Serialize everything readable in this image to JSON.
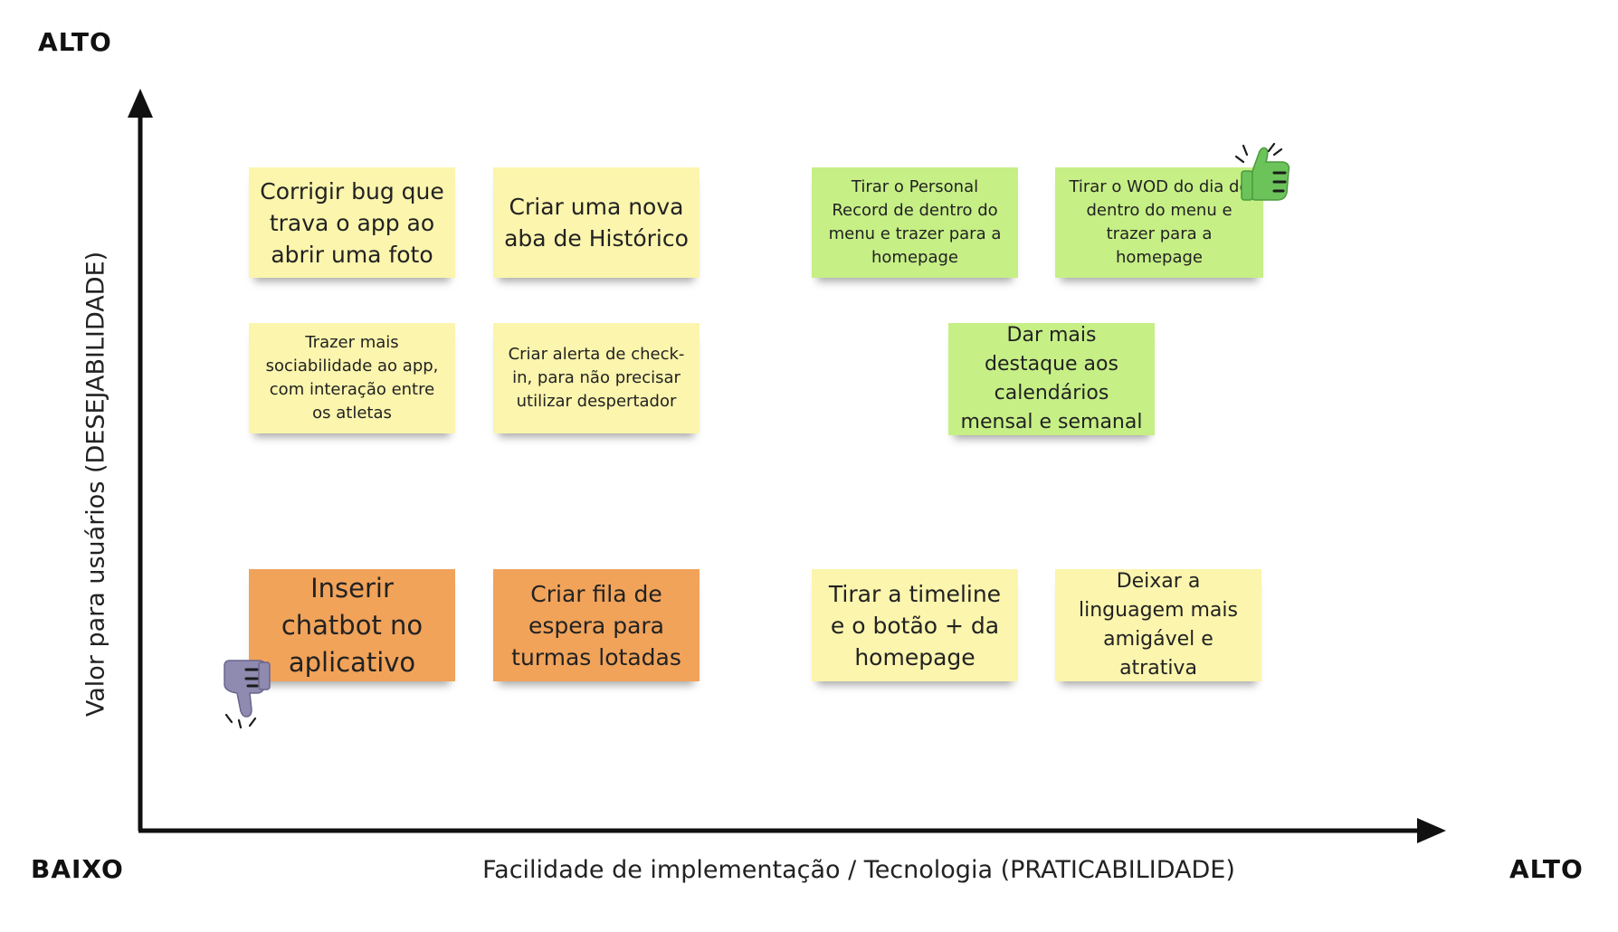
{
  "labels": {
    "y_high": "ALTO",
    "x_low": "BAIXO",
    "x_high": "ALTO",
    "x_axis_title": "Facilidade de implementação / Tecnologia (PRATICABILIDADE)",
    "y_axis_title": "Valor para usuários (DESEJABILIDADE)"
  },
  "colors": {
    "yellow": "#fbf5ad",
    "green": "#c6ef86",
    "orange": "#f1a35a",
    "thumb_up": "#6cc35a",
    "thumb_down": "#8e8ab0"
  },
  "notes": [
    {
      "text": "Corrigir bug que trava o app ao abrir uma foto",
      "color": "yellow"
    },
    {
      "text": "Criar uma nova aba de Histórico",
      "color": "yellow"
    },
    {
      "text": "Tirar o Personal Record de dentro do menu e trazer para a homepage",
      "color": "green"
    },
    {
      "text": "Tirar o WOD do dia de dentro do menu e trazer para a homepage",
      "color": "green"
    },
    {
      "text": "Trazer mais sociabilidade ao app, com interação entre os atletas",
      "color": "yellow"
    },
    {
      "text": "Criar alerta de check-in, para não precisar utilizar despertador",
      "color": "yellow"
    },
    {
      "text": "Dar mais destaque aos calendários mensal e semanal",
      "color": "green"
    },
    {
      "text": "Inserir chatbot no aplicativo",
      "color": "orange"
    },
    {
      "text": "Criar fila de espera para turmas lotadas",
      "color": "orange"
    },
    {
      "text": "Tirar a timeline e o botão + da homepage",
      "color": "yellow"
    },
    {
      "text": "Deixar a linguagem mais amigável e atrativa",
      "color": "yellow"
    }
  ],
  "icons": {
    "thumb_up": "thumbs-up-icon",
    "thumb_down": "thumbs-down-icon"
  }
}
